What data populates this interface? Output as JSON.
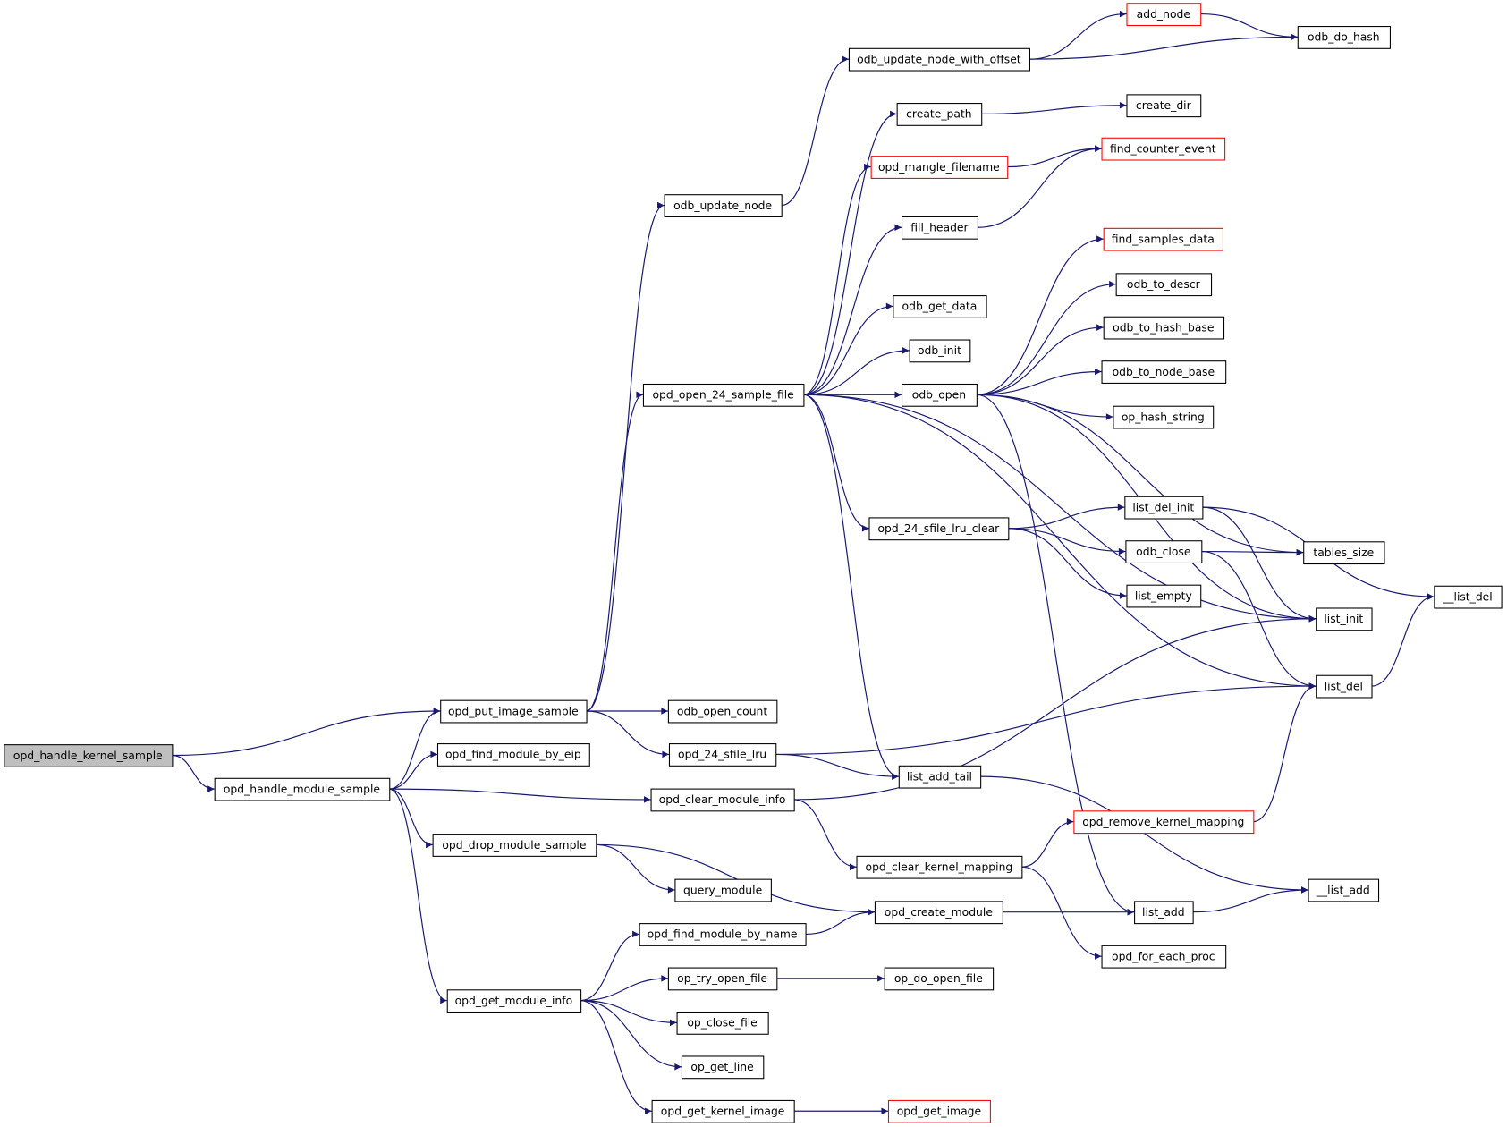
{
  "colors": {
    "edge": "#191970",
    "border": "#000000",
    "red_border": "#ff0000",
    "root_fill": "#bfbfbf",
    "fill": "#ffffff"
  },
  "nodes": [
    {
      "id": "opd_handle_kernel_sample",
      "label": "opd_handle_kernel_sample",
      "style": "root"
    },
    {
      "id": "opd_handle_module_sample",
      "label": "opd_handle_module_sample",
      "style": "normal"
    },
    {
      "id": "opd_put_image_sample",
      "label": "opd_put_image_sample",
      "style": "normal"
    },
    {
      "id": "opd_find_module_by_eip",
      "label": "opd_find_module_by_eip",
      "style": "normal"
    },
    {
      "id": "opd_drop_module_sample",
      "label": "opd_drop_module_sample",
      "style": "normal"
    },
    {
      "id": "opd_get_module_info",
      "label": "opd_get_module_info",
      "style": "normal"
    },
    {
      "id": "odb_update_node",
      "label": "odb_update_node",
      "style": "normal"
    },
    {
      "id": "opd_open_24_sample_file",
      "label": "opd_open_24_sample_file",
      "style": "normal"
    },
    {
      "id": "odb_open_count",
      "label": "odb_open_count",
      "style": "normal"
    },
    {
      "id": "opd_24_sfile_lru",
      "label": "opd_24_sfile_lru",
      "style": "normal"
    },
    {
      "id": "opd_clear_module_info",
      "label": "opd_clear_module_info",
      "style": "normal"
    },
    {
      "id": "query_module",
      "label": "query_module",
      "style": "normal"
    },
    {
      "id": "opd_find_module_by_name",
      "label": "opd_find_module_by_name",
      "style": "normal"
    },
    {
      "id": "op_try_open_file",
      "label": "op_try_open_file",
      "style": "normal"
    },
    {
      "id": "op_close_file",
      "label": "op_close_file",
      "style": "normal"
    },
    {
      "id": "op_get_line",
      "label": "op_get_line",
      "style": "normal"
    },
    {
      "id": "opd_get_kernel_image",
      "label": "opd_get_kernel_image",
      "style": "normal"
    },
    {
      "id": "odb_update_node_with_offset",
      "label": "odb_update_node_with_offset",
      "style": "normal"
    },
    {
      "id": "create_path",
      "label": "create_path",
      "style": "normal"
    },
    {
      "id": "opd_mangle_filename",
      "label": "opd_mangle_filename",
      "style": "red"
    },
    {
      "id": "fill_header",
      "label": "fill_header",
      "style": "normal"
    },
    {
      "id": "odb_get_data",
      "label": "odb_get_data",
      "style": "normal"
    },
    {
      "id": "odb_init",
      "label": "odb_init",
      "style": "normal"
    },
    {
      "id": "odb_open",
      "label": "odb_open",
      "style": "normal"
    },
    {
      "id": "opd_24_sfile_lru_clear",
      "label": "opd_24_sfile_lru_clear",
      "style": "normal"
    },
    {
      "id": "list_add_tail",
      "label": "list_add_tail",
      "style": "normal"
    },
    {
      "id": "opd_clear_kernel_mapping",
      "label": "opd_clear_kernel_mapping",
      "style": "normal"
    },
    {
      "id": "opd_create_module",
      "label": "opd_create_module",
      "style": "normal"
    },
    {
      "id": "op_do_open_file",
      "label": "op_do_open_file",
      "style": "normal"
    },
    {
      "id": "opd_get_image",
      "label": "opd_get_image",
      "style": "red"
    },
    {
      "id": "add_node",
      "label": "add_node",
      "style": "red"
    },
    {
      "id": "odb_do_hash",
      "label": "odb_do_hash",
      "style": "normal"
    },
    {
      "id": "create_dir",
      "label": "create_dir",
      "style": "normal"
    },
    {
      "id": "find_counter_event",
      "label": "find_counter_event",
      "style": "red"
    },
    {
      "id": "find_samples_data",
      "label": "find_samples_data",
      "style": "red"
    },
    {
      "id": "odb_to_descr",
      "label": "odb_to_descr",
      "style": "normal"
    },
    {
      "id": "odb_to_hash_base",
      "label": "odb_to_hash_base",
      "style": "normal"
    },
    {
      "id": "odb_to_node_base",
      "label": "odb_to_node_base",
      "style": "normal"
    },
    {
      "id": "op_hash_string",
      "label": "op_hash_string",
      "style": "normal"
    },
    {
      "id": "list_del_init",
      "label": "list_del_init",
      "style": "normal"
    },
    {
      "id": "odb_close",
      "label": "odb_close",
      "style": "normal"
    },
    {
      "id": "list_empty",
      "label": "list_empty",
      "style": "normal"
    },
    {
      "id": "opd_remove_kernel_mapping",
      "label": "opd_remove_kernel_mapping",
      "style": "red"
    },
    {
      "id": "list_add",
      "label": "list_add",
      "style": "normal"
    },
    {
      "id": "opd_for_each_proc",
      "label": "opd_for_each_proc",
      "style": "normal"
    },
    {
      "id": "tables_size",
      "label": "tables_size",
      "style": "normal"
    },
    {
      "id": "list_init",
      "label": "list_init",
      "style": "normal"
    },
    {
      "id": "list_del",
      "label": "list_del",
      "style": "normal"
    },
    {
      "id": "__list_add",
      "label": "__list_add",
      "style": "normal"
    },
    {
      "id": "__list_del",
      "label": "__list_del",
      "style": "normal"
    }
  ],
  "edges": [
    [
      "opd_handle_kernel_sample",
      "opd_put_image_sample"
    ],
    [
      "opd_handle_kernel_sample",
      "opd_handle_module_sample"
    ],
    [
      "opd_handle_module_sample",
      "opd_put_image_sample"
    ],
    [
      "opd_handle_module_sample",
      "opd_find_module_by_eip"
    ],
    [
      "opd_handle_module_sample",
      "opd_clear_module_info"
    ],
    [
      "opd_handle_module_sample",
      "opd_drop_module_sample"
    ],
    [
      "opd_handle_module_sample",
      "opd_get_module_info"
    ],
    [
      "opd_put_image_sample",
      "odb_update_node"
    ],
    [
      "opd_put_image_sample",
      "opd_open_24_sample_file"
    ],
    [
      "opd_put_image_sample",
      "odb_open_count"
    ],
    [
      "opd_put_image_sample",
      "opd_24_sfile_lru"
    ],
    [
      "odb_update_node",
      "odb_update_node_with_offset"
    ],
    [
      "odb_update_node_with_offset",
      "add_node"
    ],
    [
      "odb_update_node_with_offset",
      "odb_do_hash"
    ],
    [
      "add_node",
      "odb_do_hash"
    ],
    [
      "opd_open_24_sample_file",
      "create_path"
    ],
    [
      "opd_open_24_sample_file",
      "opd_mangle_filename"
    ],
    [
      "opd_open_24_sample_file",
      "fill_header"
    ],
    [
      "opd_open_24_sample_file",
      "odb_get_data"
    ],
    [
      "opd_open_24_sample_file",
      "odb_init"
    ],
    [
      "opd_open_24_sample_file",
      "odb_open"
    ],
    [
      "opd_open_24_sample_file",
      "opd_24_sfile_lru_clear"
    ],
    [
      "opd_open_24_sample_file",
      "list_init"
    ],
    [
      "opd_open_24_sample_file",
      "list_del"
    ],
    [
      "opd_open_24_sample_file",
      "list_add_tail"
    ],
    [
      "create_path",
      "create_dir"
    ],
    [
      "opd_mangle_filename",
      "find_counter_event"
    ],
    [
      "fill_header",
      "find_counter_event"
    ],
    [
      "odb_open",
      "find_samples_data"
    ],
    [
      "odb_open",
      "odb_to_descr"
    ],
    [
      "odb_open",
      "odb_to_hash_base"
    ],
    [
      "odb_open",
      "odb_to_node_base"
    ],
    [
      "odb_open",
      "op_hash_string"
    ],
    [
      "odb_open",
      "tables_size"
    ],
    [
      "odb_open",
      "list_init"
    ],
    [
      "odb_open",
      "list_add"
    ],
    [
      "opd_24_sfile_lru_clear",
      "list_del_init"
    ],
    [
      "opd_24_sfile_lru_clear",
      "odb_close"
    ],
    [
      "opd_24_sfile_lru_clear",
      "list_empty"
    ],
    [
      "list_del_init",
      "__list_del"
    ],
    [
      "list_del_init",
      "list_init"
    ],
    [
      "odb_close",
      "tables_size"
    ],
    [
      "odb_close",
      "list_del"
    ],
    [
      "list_del",
      "__list_del"
    ],
    [
      "opd_24_sfile_lru",
      "list_del"
    ],
    [
      "opd_24_sfile_lru",
      "list_add_tail"
    ],
    [
      "list_add_tail",
      "__list_add"
    ],
    [
      "opd_clear_module_info",
      "list_init"
    ],
    [
      "opd_clear_module_info",
      "opd_clear_kernel_mapping"
    ],
    [
      "opd_clear_kernel_mapping",
      "opd_remove_kernel_mapping"
    ],
    [
      "opd_clear_kernel_mapping",
      "opd_for_each_proc"
    ],
    [
      "opd_remove_kernel_mapping",
      "list_del"
    ],
    [
      "opd_drop_module_sample",
      "query_module"
    ],
    [
      "opd_drop_module_sample",
      "opd_create_module"
    ],
    [
      "opd_create_module",
      "list_add"
    ],
    [
      "list_add",
      "__list_add"
    ],
    [
      "opd_get_module_info",
      "opd_find_module_by_name"
    ],
    [
      "opd_get_module_info",
      "op_try_open_file"
    ],
    [
      "opd_get_module_info",
      "op_close_file"
    ],
    [
      "opd_get_module_info",
      "op_get_line"
    ],
    [
      "opd_get_module_info",
      "opd_get_kernel_image"
    ],
    [
      "opd_find_module_by_name",
      "opd_create_module"
    ],
    [
      "op_try_open_file",
      "op_do_open_file"
    ],
    [
      "opd_get_kernel_image",
      "opd_get_image"
    ]
  ]
}
